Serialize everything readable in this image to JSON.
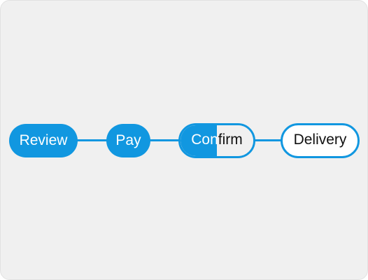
{
  "stepper": {
    "accent_color": "#1197e0",
    "steps": [
      {
        "label": "Review",
        "state": "complete"
      },
      {
        "label": "Pay",
        "state": "complete"
      },
      {
        "label": "Confirm",
        "label_filled_part": "Con",
        "label_unfilled_part": "firm",
        "state": "in-progress",
        "progress": 0.5
      },
      {
        "label": "Delivery",
        "state": "pending"
      }
    ]
  }
}
